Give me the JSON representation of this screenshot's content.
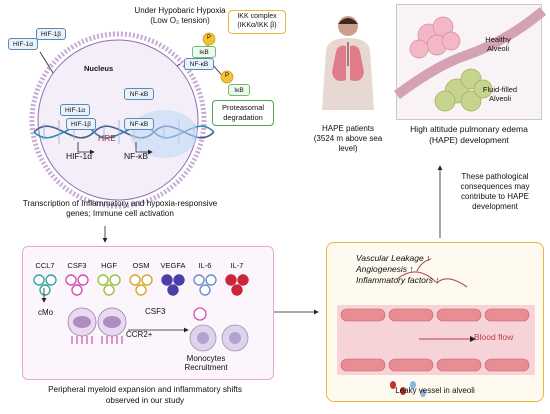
{
  "hypoxia": {
    "title_line1": "Under Hypobaric Hypoxia",
    "title_line2": "(Low O₂ tension)"
  },
  "ikk": {
    "line1": "IKK complex",
    "line2": "(IKKα/IKK β)",
    "p_label": "P",
    "ikb": "IκB",
    "nfkb": "NF-κB"
  },
  "nucleus": {
    "label": "Nucleus",
    "hif1a": "HIF-1α",
    "hif1b": "HIF-1β",
    "nfkb": "NF-κB",
    "hre": "HRE",
    "gene_hif": "HIF-1α",
    "gene_nfkb": "NF-κB"
  },
  "outside": {
    "hif1a": "HIF-1α",
    "hif1b": "HIF-1β"
  },
  "proteasome": {
    "line1": "Proteasomal",
    "line2": "degradation",
    "ikb": "IκB"
  },
  "transcription": {
    "line1": "Transcription of Inflammatory and hypoxia-responsive",
    "line2": "genes; Immune cell activation"
  },
  "cytokines": {
    "items": [
      {
        "label": "CCL7",
        "color": "#2fa9a0"
      },
      {
        "label": "CSF3",
        "color": "#d44fb6"
      },
      {
        "label": "HGF",
        "color": "#9bc23a"
      },
      {
        "label": "OSM",
        "color": "#d9a62b"
      },
      {
        "label": "VEGFA",
        "color": "#4a3fa7"
      },
      {
        "label": "IL-6",
        "color": "#6a8fc9"
      },
      {
        "label": "IL-7",
        "color": "#c8273a"
      }
    ],
    "cmo": "cMo",
    "csf3": "CSF3",
    "ccr2": "CCR2+",
    "monocytes_line1": "Monocytes",
    "monocytes_line2": "Recruitment"
  },
  "peripheral": {
    "line1": "Peripheral myeloid expansion and inflammatory shifts",
    "line2": "observed in our study"
  },
  "patients": {
    "line1": "HAPE patients",
    "line2": "(3524 m above sea",
    "line3": "level)"
  },
  "alveoli": {
    "healthy_line1": "Healthy",
    "healthy_line2": "Alveoli",
    "fluid_line1": "Fluid-filled",
    "fluid_line2": "Alveoli"
  },
  "hape": {
    "line1": "High altitude pulmonary edema",
    "line2": "(HAPE) development"
  },
  "consequences": {
    "line1": "These pathological",
    "line2": "consequences may",
    "line3": "contribute to HAPE",
    "line4": "development"
  },
  "vessel": {
    "items": [
      "Vascular Leakage",
      "Angiogenesis",
      "Inflammatory factors"
    ],
    "blood_flow": "Blood flow",
    "leaky": "Leaky vessel in alveoli"
  },
  "colors": {
    "accent_pink": "#e7b5dd",
    "accent_orange": "#f0b43c",
    "nucleus_purple": "#7a5ba8",
    "green": "#4aa64f"
  }
}
